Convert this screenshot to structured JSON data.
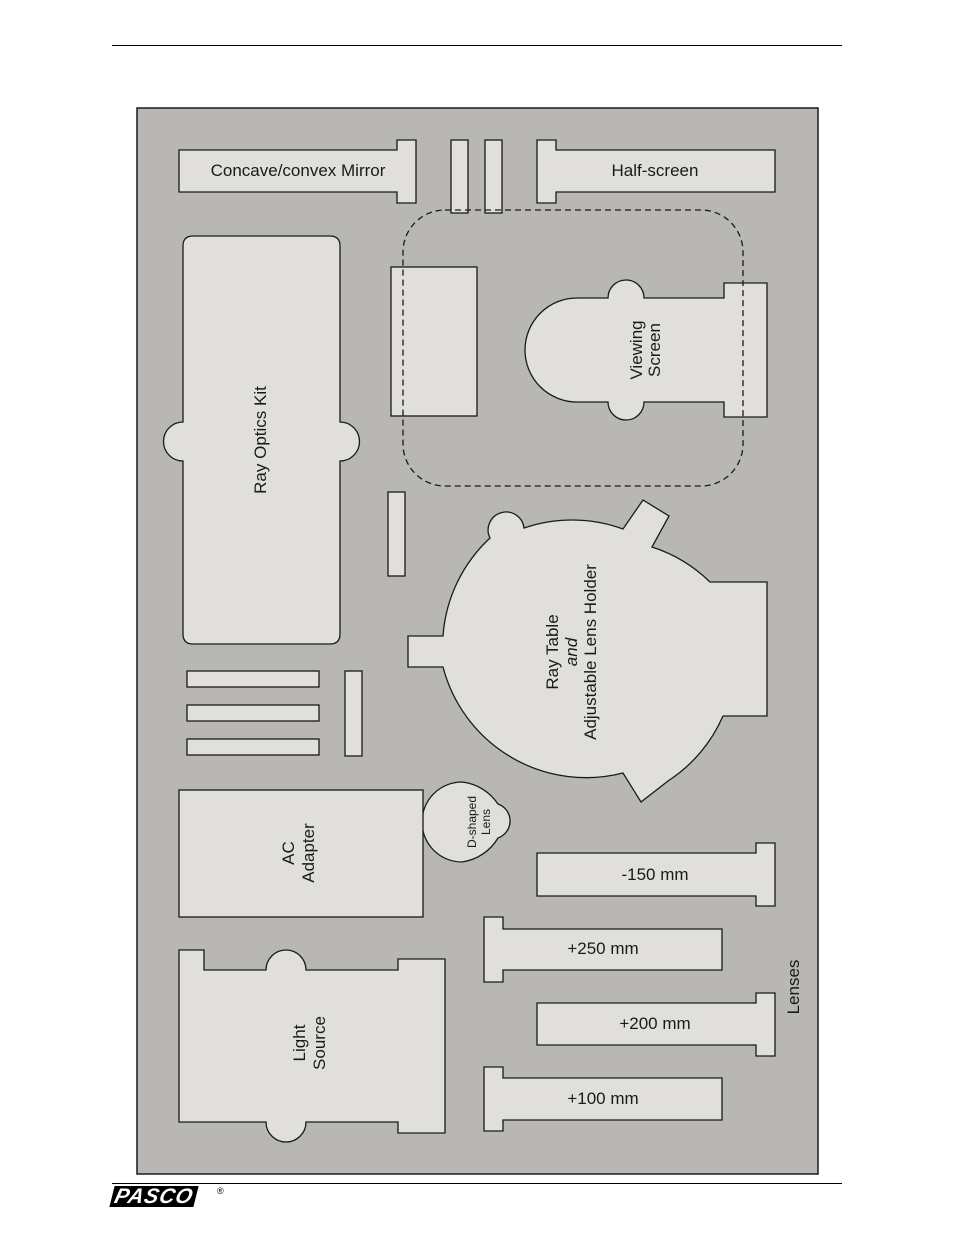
{
  "labels": {
    "mirror": "Concave/convex Mirror",
    "half_screen": "Half-screen",
    "ray_optics_kit": "Ray Optics Kit",
    "viewing_screen_1": "Viewing",
    "viewing_screen_2": "Screen",
    "ray_table_1": "Ray Table",
    "ray_table_2": "and",
    "ray_table_3": "Adjustable Lens Holder",
    "d_shaped_1": "D-shaped",
    "d_shaped_2": "Lens",
    "ac_1": "AC",
    "ac_2": "Adapter",
    "light_1": "Light",
    "light_2": "Source",
    "lens_150": "-150 mm",
    "lens_250": "+250 mm",
    "lens_200": "+200 mm",
    "lens_100": "+100 mm",
    "lenses": "Lenses"
  },
  "footer": {
    "logo": "PASCO",
    "registered": "®"
  },
  "colors": {
    "tray": "#b8b7b3",
    "piece": "#e0dfdb",
    "outline": "#1a1a1a"
  }
}
